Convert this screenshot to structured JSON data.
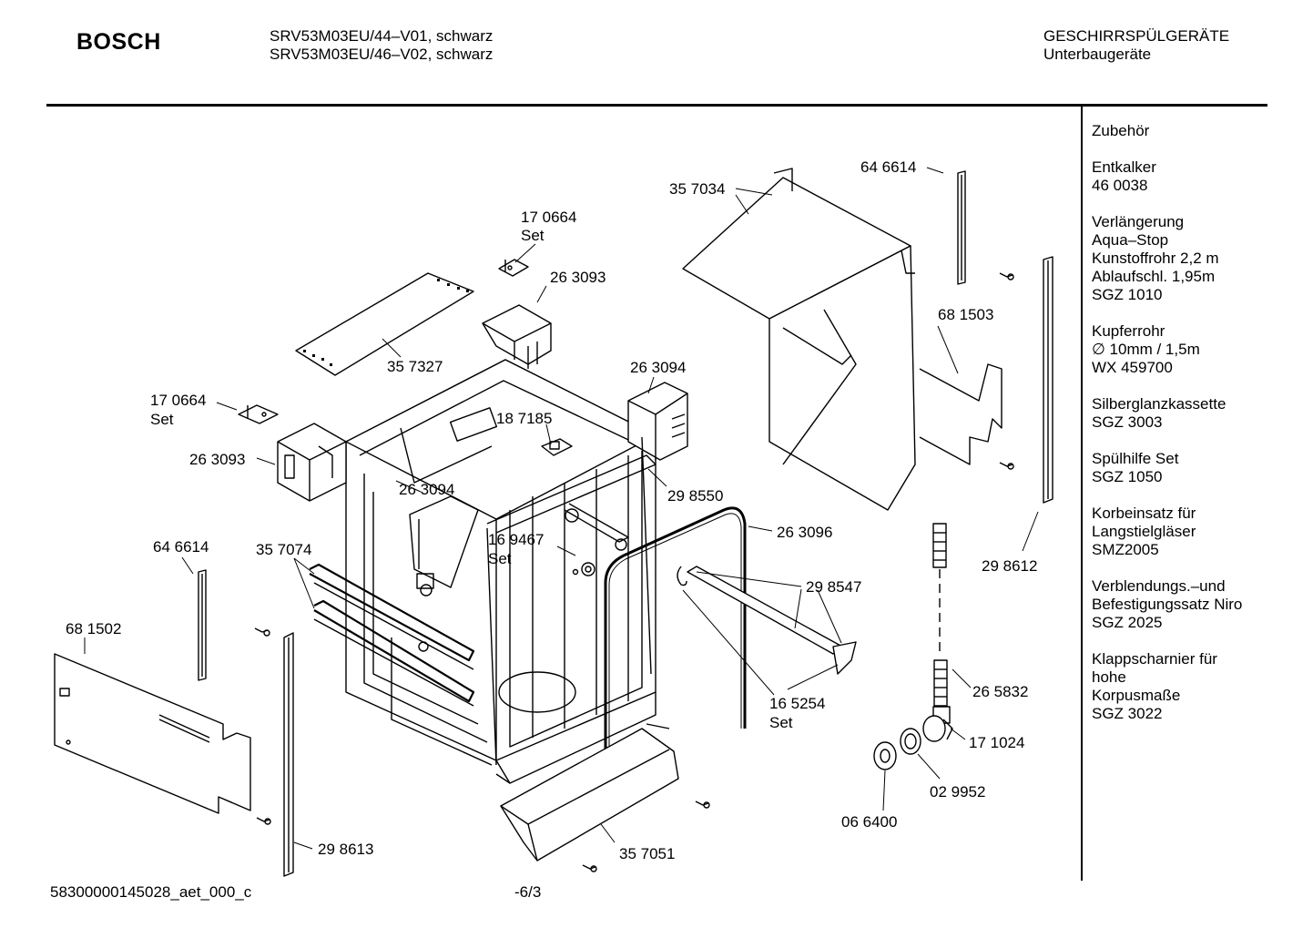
{
  "header": {
    "brand": "BOSCH",
    "models": [
      "SRV53M03EU/44–V01, schwarz",
      "SRV53M03EU/46–V02, schwarz"
    ],
    "category": "GESCHIRRSPÜLGERÄTE",
    "subcategory": "Unterbaugeräte"
  },
  "accessories": {
    "title": "Zubehör",
    "items": [
      [
        "Entkalker",
        "46 0038"
      ],
      [
        "Verlängerung",
        "Aqua–Stop",
        "Kunstoffrohr 2,2 m",
        "Ablaufschl. 1,95m",
        "SGZ 1010"
      ],
      [
        "Kupferrohr",
        "∅ 10mm / 1,5m",
        "WX 459700"
      ],
      [
        "Silberglanzkassette",
        "SGZ 3003"
      ],
      [
        "Spülhilfe Set",
        "SGZ 1050"
      ],
      [
        "Korbeinsatz für",
        "Langstielgläser",
        "SMZ2005"
      ],
      [
        "Verblendungs.–und",
        "Befestigungssatz Niro",
        "SGZ 2025"
      ],
      [
        "Klappscharnier für",
        "hohe",
        "Korpusmaße",
        "SGZ 3022"
      ]
    ]
  },
  "parts": {
    "p1": "17 0664",
    "p1_set": "Set",
    "p2": "26 3093",
    "p3": "35 7327",
    "p4": "17 0664",
    "p4_set": "Set",
    "p5": "26 3093",
    "p6": "26 3094",
    "p7": "18 7185",
    "p8": "26 3094",
    "p9": "29 8550",
    "p10": "16 9467",
    "p10_set": "Set",
    "p11": "26 3096",
    "p12": "64 6614",
    "p13": "35 7074",
    "p14": "68 1502",
    "p15": "29 8547",
    "p16": "16 5254",
    "p16_set": "Set",
    "p17": "29 8613",
    "p18": "35 7051",
    "p19": "35 7034",
    "p20": "64 6614",
    "p21": "68 1503",
    "p22": "29 8612",
    "p23": "26 5832",
    "p24": "17 1024",
    "p25": "02 9952",
    "p26": "06 6400"
  },
  "footer": {
    "doc_id": "58300000145028_aet_000_c",
    "page": "-6/3"
  }
}
